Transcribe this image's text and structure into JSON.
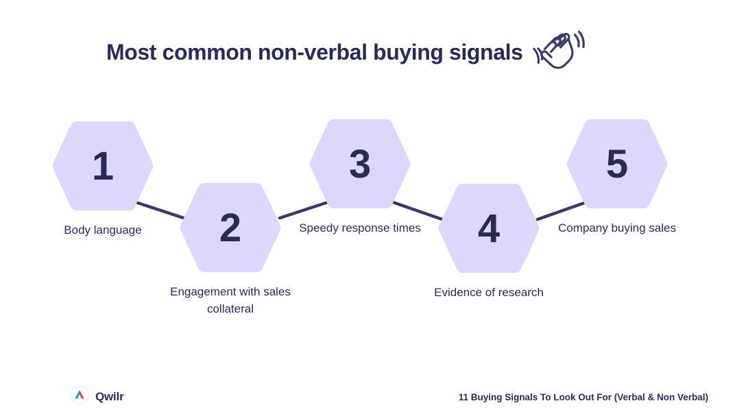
{
  "header": {
    "title": "Most common non-verbal buying signals",
    "icon": "waving-hand-icon"
  },
  "theme": {
    "background": "#ffffff",
    "hex_fill": "#DDD8FB",
    "text_navy": "#2B2A55",
    "connector": "#3B3A63",
    "logo_teal": "#00B3A4",
    "logo_pink": "#F0436B"
  },
  "steps": [
    {
      "number": "1",
      "label": "Body language"
    },
    {
      "number": "2",
      "label": "Engagement with sales collateral"
    },
    {
      "number": "3",
      "label": "Speedy response times"
    },
    {
      "number": "4",
      "label": "Evidence of research"
    },
    {
      "number": "5",
      "label": "Company buying sales"
    }
  ],
  "footer": {
    "brand": "Qwilr",
    "caption": "11 Buying Signals To Look Out For (Verbal & Non Verbal)"
  }
}
